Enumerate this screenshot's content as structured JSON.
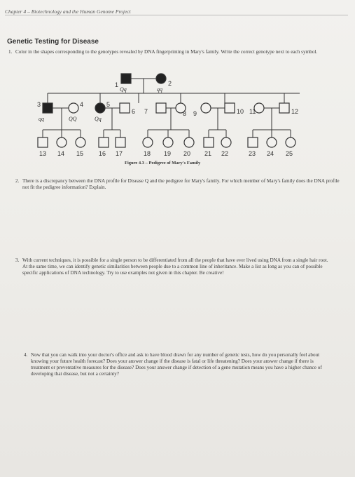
{
  "header": "Chapter 4 – Biotechnology and the Human Genome Project",
  "section_title": "Genetic Testing for Disease",
  "questions": [
    {
      "num": "1.",
      "text": "Color in the shapes corresponding to the genotypes revealed by DNA fingerprinting in Mary's family. Write the correct genotype next to each symbol."
    },
    {
      "num": "2.",
      "text": "There is a discrepancy between the DNA profile for Disease Q and the pedigree for Mary's family. For which member of Mary's family does the DNA profile not fit the pedigree information? Explain."
    },
    {
      "num": "3.",
      "text": "With current techniques, it is possible for a single person to be differentiated from all the people that have ever lived using DNA from a single hair root. At the same time, we can identify genetic similarities between people due to a common line of inheritance. Make a list as long as you can of possible specific applications of DNA technology. Try to use examples not given in this chapter. Be creative!"
    },
    {
      "num": "4.",
      "text": "Now that you can walk into your doctor's office and ask to have blood drawn for any number of genetic tests, how do you personally feel about knowing your future health forecast? Does your answer change if the disease is fatal or life threatening? Does your answer change if there is treatment or preventative measures for the disease? Does your answer change if detection of a gene mutation means you have a higher chance of developing that disease, but not a certainty?"
    }
  ],
  "figure_caption": "Figure 4.3 – Pedigree of Mary's Family",
  "pedigree": {
    "labels": [
      "1",
      "2",
      "3",
      "4",
      "5",
      "6",
      "7",
      "8",
      "9",
      "10",
      "11",
      "12",
      "13",
      "14",
      "15",
      "16",
      "17",
      "18",
      "19",
      "20",
      "21",
      "22",
      "23",
      "24",
      "25"
    ],
    "genotypes": {
      "g1": "Qq",
      "g2": "qq",
      "g3": "qq",
      "g4": "QQ",
      "g5": "Qq"
    }
  }
}
